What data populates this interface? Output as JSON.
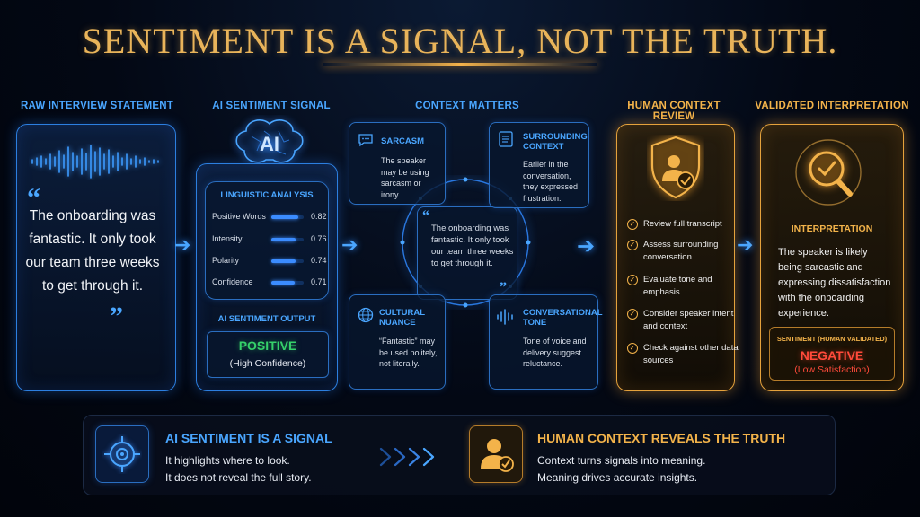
{
  "title": "SENTIMENT IS A SIGNAL, NOT THE TRUTH.",
  "columns": {
    "raw": "RAW INTERVIEW STATEMENT",
    "ai": "AI SENTIMENT SIGNAL",
    "context": "CONTEXT MATTERS",
    "human": "HUMAN CONTEXT REVIEW",
    "validated": "VALIDATED INTERPRETATION"
  },
  "raw_statement": "The onboarding was fantastic. It only took our team three weeks to get through it.",
  "ai": {
    "badge": "AI",
    "analysis_title": "LINGUISTIC ANALYSIS",
    "metrics": [
      {
        "label": "Positive Words",
        "value": "0.82",
        "level": 0.82
      },
      {
        "label": "Intensity",
        "value": "0.76",
        "level": 0.76
      },
      {
        "label": "Polarity",
        "value": "0.74",
        "level": 0.74
      },
      {
        "label": "Confidence",
        "value": "0.71",
        "level": 0.71
      }
    ],
    "output_title": "AI SENTIMENT OUTPUT",
    "output_value": "POSITIVE",
    "output_confidence": "(High Confidence)"
  },
  "context": {
    "center_quote": "The onboarding was fantastic. It only took our team three weeks to get through it.",
    "sarcasm": {
      "title": "SARCASM",
      "text": "The speaker may be using sarcasm or irony."
    },
    "surrounding": {
      "title": "SURROUNDING CONTEXT",
      "text": "Earlier in the conversation, they expressed frustration."
    },
    "cultural": {
      "title": "CULTURAL NUANCE",
      "text": "“Fantastic” may be used politely, not literally."
    },
    "conversational": {
      "title": "CONVERSATIONAL TONE",
      "text": "Tone of voice and delivery suggest reluctance."
    }
  },
  "human": {
    "checks": [
      "Review full transcript",
      "Assess surrounding conversation",
      "Evaluate tone and emphasis",
      "Consider speaker intent and context",
      "Check against other data sources"
    ]
  },
  "validated": {
    "heading": "INTERPRETATION",
    "text": "The speaker is likely being sarcastic and expressing dissatisfaction with the onboarding experience.",
    "label": "SENTIMENT (HUMAN VALIDATED)",
    "value": "NEGATIVE",
    "sub": "(Low Satisfaction)"
  },
  "bottom": {
    "left_title": "AI SENTIMENT IS A SIGNAL",
    "left_line1": "It highlights where to look.",
    "left_line2": "It does not reveal the full story.",
    "right_title": "HUMAN CONTEXT REVEALS THE TRUTH",
    "right_line1": "Context turns signals into meaning.",
    "right_line2": "Meaning drives accurate insights."
  },
  "colors": {
    "blue": "#4aa6ff",
    "gold": "#f3b34a",
    "green": "#35d16a",
    "red": "#ff4a3a"
  }
}
